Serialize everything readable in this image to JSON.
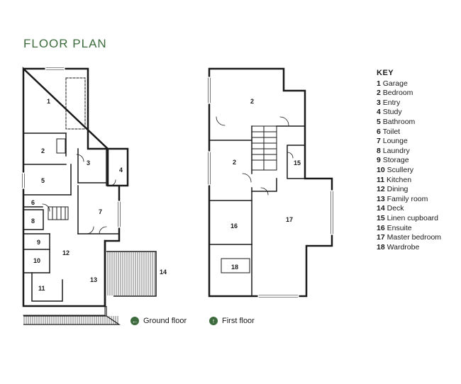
{
  "title": "FLOOR PLAN",
  "key": {
    "title": "KEY",
    "items": [
      {
        "n": "1",
        "label": "Garage"
      },
      {
        "n": "2",
        "label": "Bedroom"
      },
      {
        "n": "3",
        "label": "Entry"
      },
      {
        "n": "4",
        "label": "Study"
      },
      {
        "n": "5",
        "label": "Bathroom"
      },
      {
        "n": "6",
        "label": "Toilet"
      },
      {
        "n": "7",
        "label": "Lounge"
      },
      {
        "n": "8",
        "label": "Laundry"
      },
      {
        "n": "9",
        "label": "Storage"
      },
      {
        "n": "10",
        "label": "Scullery"
      },
      {
        "n": "11",
        "label": "Kitchen"
      },
      {
        "n": "12",
        "label": "Dining"
      },
      {
        "n": "13",
        "label": "Family room"
      },
      {
        "n": "14",
        "label": "Deck"
      },
      {
        "n": "15",
        "label": "Linen cupboard"
      },
      {
        "n": "16",
        "label": "Ensuite"
      },
      {
        "n": "17",
        "label": "Master bedroom"
      },
      {
        "n": "18",
        "label": "Wardrobe"
      }
    ]
  },
  "ground_floor": {
    "label": "Ground floor",
    "icon": "arrow-left-icon",
    "rooms": [
      "1",
      "2",
      "3",
      "4",
      "5",
      "6",
      "7",
      "8",
      "9",
      "10",
      "11",
      "12",
      "13",
      "14"
    ]
  },
  "first_floor": {
    "label": "First floor",
    "icon": "arrow-up-icon",
    "rooms": [
      "2",
      "2",
      "15",
      "16",
      "17",
      "18"
    ]
  },
  "colors": {
    "accent": "#3d6b3d",
    "wall": "#1a1a1a"
  }
}
